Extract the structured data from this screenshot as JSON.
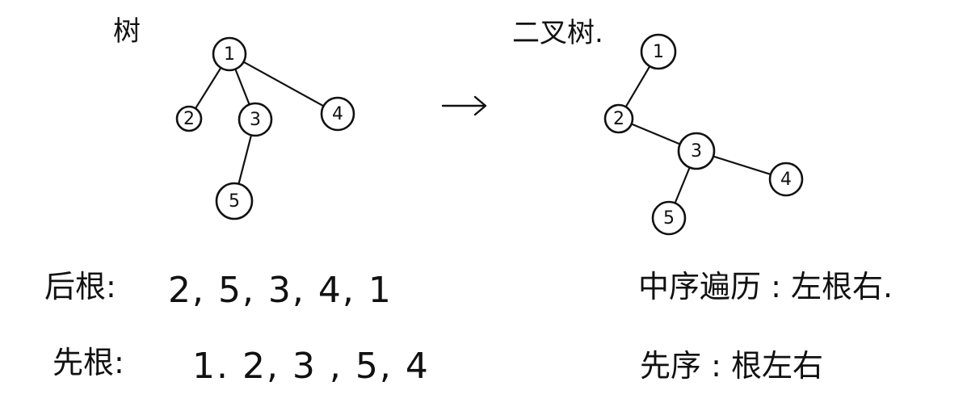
{
  "tree": {
    "title": "树",
    "nodes": [
      {
        "id": "1",
        "label": "1"
      },
      {
        "id": "2",
        "label": "2"
      },
      {
        "id": "3",
        "label": "3"
      },
      {
        "id": "4",
        "label": "4"
      },
      {
        "id": "5",
        "label": "5"
      }
    ],
    "edges": [
      [
        "1",
        "2"
      ],
      [
        "1",
        "3"
      ],
      [
        "1",
        "4"
      ],
      [
        "3",
        "5"
      ]
    ]
  },
  "binary_tree": {
    "title": "二叉树.",
    "nodes": [
      {
        "id": "1",
        "label": "1"
      },
      {
        "id": "2",
        "label": "2"
      },
      {
        "id": "3",
        "label": "3"
      },
      {
        "id": "4",
        "label": "4"
      },
      {
        "id": "5",
        "label": "5"
      }
    ],
    "edges": [
      [
        "1",
        "2"
      ],
      [
        "2",
        "3"
      ],
      [
        "3",
        "4"
      ],
      [
        "3",
        "5"
      ]
    ]
  },
  "traversals_left": [
    {
      "label": "后根:",
      "sequence": "2, 5, 3, 4, 1"
    },
    {
      "label": "先根:",
      "sequence": "1. 2, 3 , 5, 4"
    }
  ],
  "traversals_right": [
    {
      "text": "中序遍历 : 左根右."
    },
    {
      "text": "先序 : 根左右"
    }
  ]
}
